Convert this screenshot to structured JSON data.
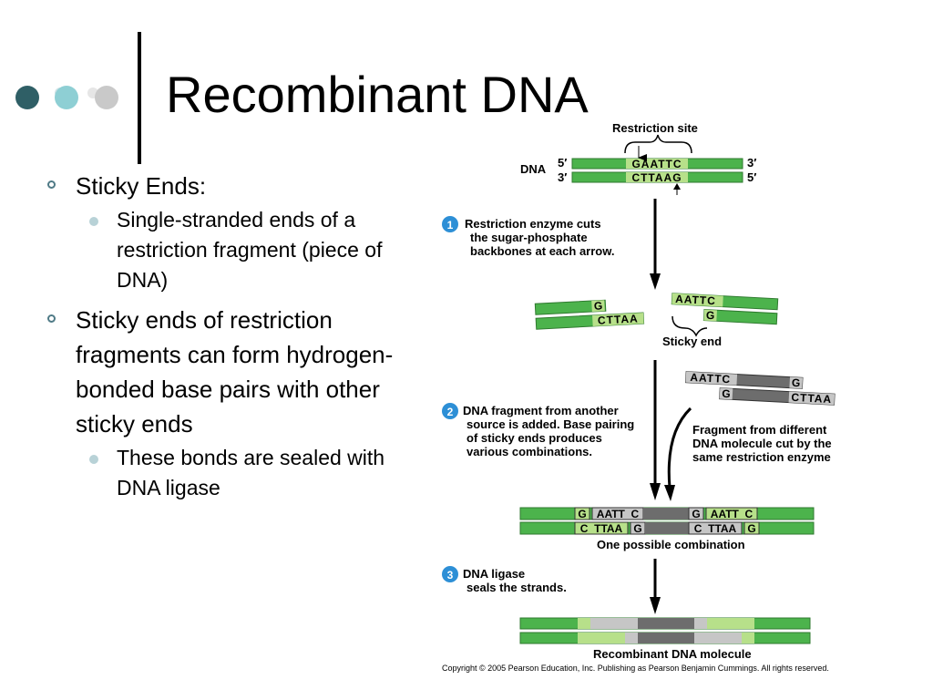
{
  "slide": {
    "title": "Recombinant DNA",
    "bullets": [
      {
        "text": "Sticky Ends:",
        "sub": [
          "Single-stranded ends of a restriction fragment (piece of DNA)"
        ]
      },
      {
        "text": "Sticky ends of restriction fragments can form hydrogen-bonded base pairs with other sticky ends",
        "sub": [
          "These bonds are sealed with DNA ligase"
        ]
      }
    ]
  },
  "colors": {
    "dot_dark": "#2f5f66",
    "dot_mid": "#8ecfd4",
    "dot_light": "#c9c9c9",
    "dna_green": "#4cb34c",
    "dna_light_green": "#b7e08a",
    "dna_dark_gray": "#6d6d6d",
    "dna_light_gray": "#c6c6c6",
    "step_blue": "#2d8fd6"
  },
  "diagram": {
    "restriction_site_label": "Restriction site",
    "dna_label": "DNA",
    "end_5prime": "5′",
    "end_3prime": "3′",
    "top_seq": "GAATTC",
    "bottom_seq": "CTTAAG",
    "steps": [
      {
        "num": "1",
        "lines": [
          "Restriction enzyme cuts",
          "the sugar-phosphate",
          "backbones at each arrow."
        ]
      },
      {
        "num": "2",
        "lines": [
          "DNA fragment from another",
          "source is added. Base pairing",
          "of sticky ends produces",
          "various combinations."
        ]
      },
      {
        "num": "3",
        "lines": [
          "DNA ligase",
          "seals the strands."
        ]
      }
    ],
    "frag1_left_top": "G",
    "frag1_left_bottom": "CTTAA",
    "frag1_right_top": "AATTC",
    "frag1_right_bottom": "G",
    "sticky_end_label": "Sticky end",
    "frag2_top_left": "AATTC",
    "frag2_top_right": "G",
    "frag2_bottom_left": "G",
    "frag2_bottom_right": "CTTAA",
    "fragment_note": [
      "Fragment from different",
      "DNA molecule cut by the",
      "same restriction enzyme"
    ],
    "combo_top": [
      "G",
      "AATT  C",
      "G",
      "AATT  C"
    ],
    "combo_bottom": [
      "C  TTAA",
      "G",
      "C  TTAA",
      "G"
    ],
    "combination_label": "One possible combination",
    "recombinant_label": "Recombinant DNA molecule",
    "copyright": "Copyright ©  2005 Pearson Education, Inc. Publishing as Pearson Benjamin Cummings. All rights reserved."
  }
}
